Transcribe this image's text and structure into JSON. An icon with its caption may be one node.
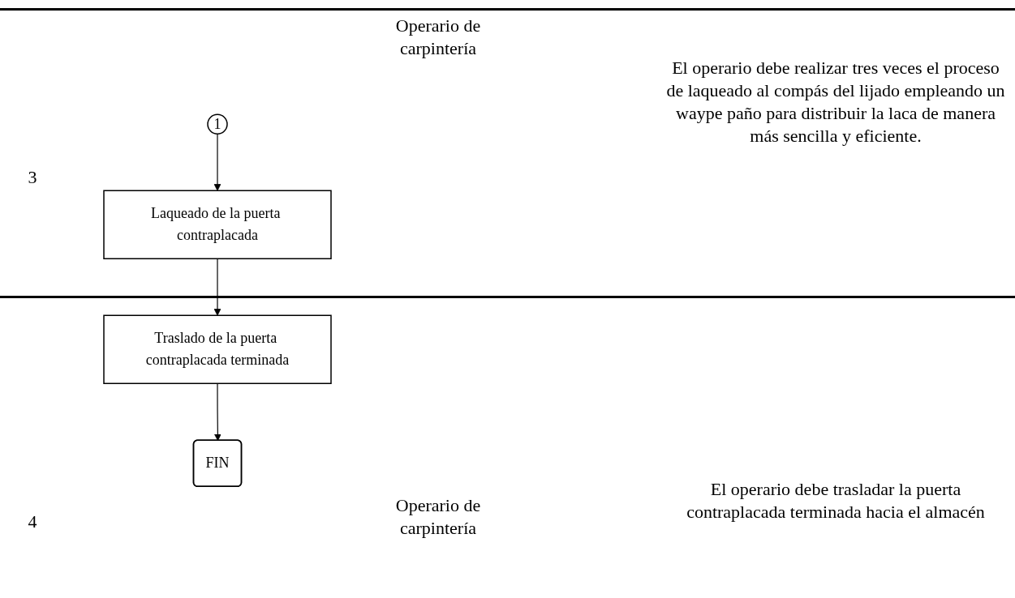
{
  "diagram": {
    "nodes": [
      {
        "text": [
          "1"
        ]
      },
      {
        "text": [
          "Laqueado de la puerta contraplacada"
        ]
      },
      {
        "text": [
          "Traslado de la puerta contraplacada terminada"
        ]
      },
      {
        "text": [
          "FIN"
        ]
      }
    ],
    "edges": [
      {
        "from": 0,
        "to": 1,
        "arrow": "to"
      },
      {
        "from": 1,
        "to": 2,
        "arrow": "to"
      },
      {
        "from": 2,
        "to": 3,
        "arrow": "to"
      }
    ],
    "labels": [
      "Operario de carpintería",
      "El operario debe realizar tres veces el proceso de laqueado al compás del lijado empleando un waype paño para distribuir la laca de manera más sencilla y eficiente.",
      "3",
      "4",
      "Operario de carpintería",
      "El operario debe trasladar la puerta contraplacada terminada hacia el almacén"
    ]
  }
}
